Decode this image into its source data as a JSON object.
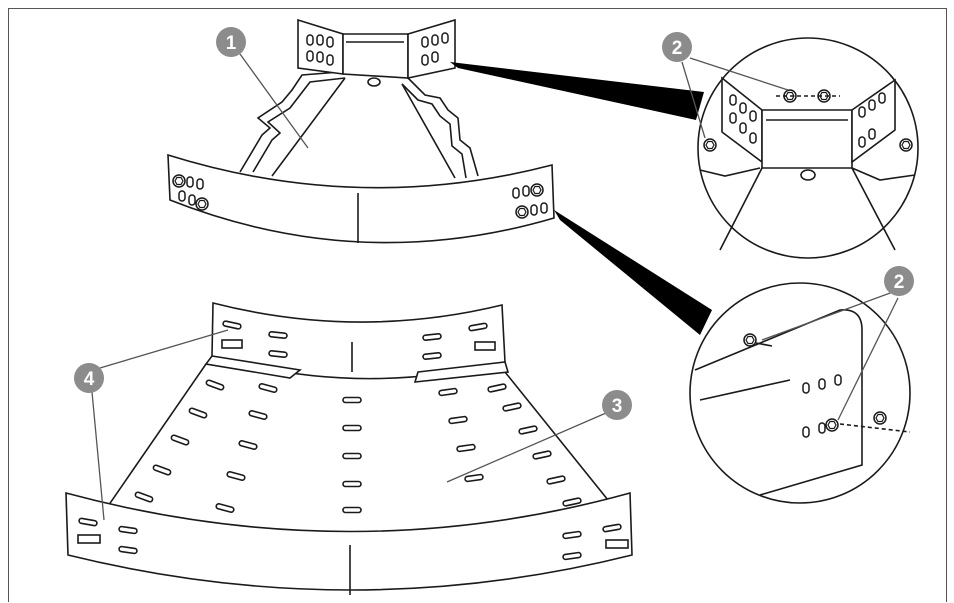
{
  "callouts": [
    {
      "id": "1",
      "label": "1"
    },
    {
      "id": "2a",
      "label": "2"
    },
    {
      "id": "2b",
      "label": "2"
    },
    {
      "id": "3",
      "label": "3"
    },
    {
      "id": "4",
      "label": "4"
    }
  ],
  "colors": {
    "line": "#1a1a1a",
    "callout_fill": "#8c8c8c",
    "background": "#ffffff",
    "wedge": "#000000"
  }
}
